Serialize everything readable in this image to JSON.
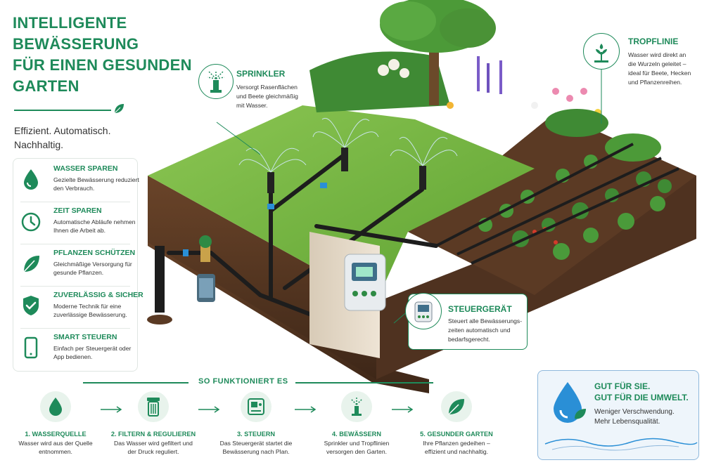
{
  "title": {
    "line1": "INTELLIGENTE",
    "line2": "BEWÄSSERUNG",
    "line3": "FÜR EINEN GESUNDEN",
    "line4": "GARTEN"
  },
  "tagline": {
    "line1": "Effizient. Automatisch.",
    "line2": "Nachhaltig."
  },
  "benefits": [
    {
      "title": "WASSER SPAREN",
      "desc": "Gezielte Bewässerung reduziert den Verbrauch.",
      "icon": "water-drop-icon"
    },
    {
      "title": "ZEIT SPAREN",
      "desc": "Automatische Abläufe nehmen Ihnen die Arbeit ab.",
      "icon": "clock-icon"
    },
    {
      "title": "PFLANZEN SCHÜTZEN",
      "desc": "Gleichmäßige Versorgung für gesunde Pflanzen.",
      "icon": "leaf-icon"
    },
    {
      "title": "ZUVERLÄSSIG & SICHER",
      "desc": "Moderne Technik für eine zuverlässige Bewässerung.",
      "icon": "shield-check-icon"
    },
    {
      "title": "SMART STEUERN",
      "desc": "Einfach per Steuergerät oder App bedienen.",
      "icon": "smartphone-icon"
    }
  ],
  "callouts": {
    "sprinkler": {
      "title": "SPRINKLER",
      "desc1": "Versorgt Rasenflächen",
      "desc2": "und Beete gleichmäßig",
      "desc3": "mit Wasser."
    },
    "tropflinie": {
      "title": "TROPFLINIE",
      "desc1": "Wasser wird direkt an",
      "desc2": "die Wurzeln geleitet –",
      "desc3": "ideal für Beete, Hecken",
      "desc4": "und Pflanzenreihen."
    },
    "steuergeraet": {
      "title": "STEUERGERÄT",
      "desc1": "Steuert alle Bewässerungs-",
      "desc2": "zeiten automatisch und",
      "desc3": "bedarfsgerecht."
    }
  },
  "how": {
    "title": "SO FUNKTIONIERT ES",
    "steps": [
      {
        "title": "1. WASSERQUELLE",
        "desc1": "Wasser wird aus der Quelle",
        "desc2": "entnommen.",
        "icon": "water-drop-icon"
      },
      {
        "title": "2. FILTERN & REGULIEREN",
        "desc1": "Das Wasser wird gefiltert und",
        "desc2": "der Druck reguliert.",
        "icon": "filter-icon"
      },
      {
        "title": "3. STEUERN",
        "desc1": "Das Steuergerät startet die",
        "desc2": "Bewässerung nach Plan.",
        "icon": "controller-icon"
      },
      {
        "title": "4. BEWÄSSERN",
        "desc1": "Sprinkler und Tropflinien",
        "desc2": "versorgen den Garten.",
        "icon": "sprinkler-icon"
      },
      {
        "title": "5. GESUNDER GARTEN",
        "desc1": "Ihre Pflanzen gedeihen –",
        "desc2": "effizient und nachhaltig.",
        "icon": "leaf-icon"
      }
    ]
  },
  "eco": {
    "title1": "GUT FÜR SIE.",
    "title2": "GUT FÜR DIE UMWELT.",
    "desc1": "Weniger Verschwendung.",
    "desc2": "Mehr Lebensqualität."
  },
  "colors": {
    "brand_green": "#1e8a5a",
    "grass": "#6fb33f",
    "soil": "#5a3a24",
    "pipe": "#1d1d1d",
    "water_blue": "#2a8fd6"
  }
}
